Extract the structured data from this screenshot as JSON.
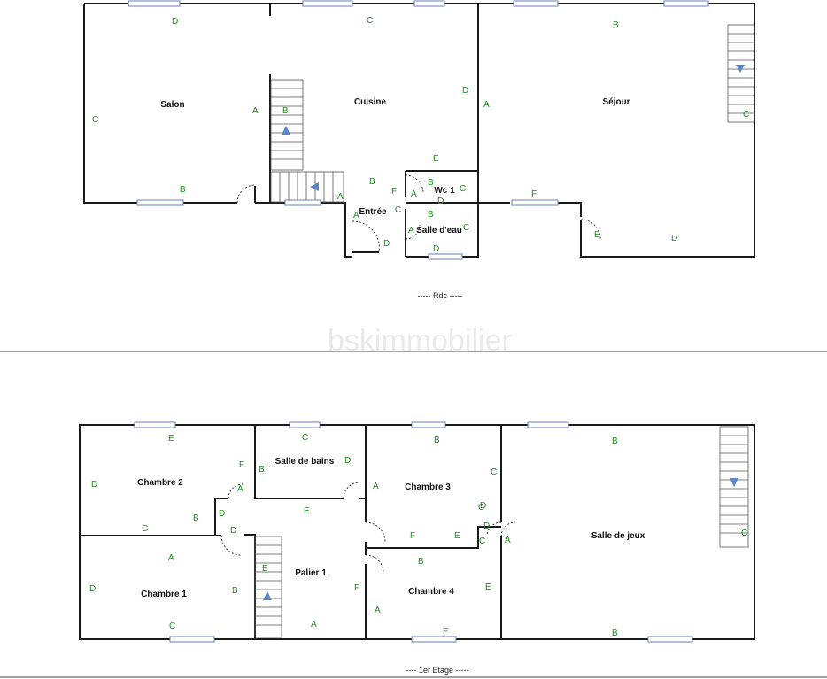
{
  "watermark": "bskimmobilier",
  "floors": [
    {
      "caption": "----- Rdc -----",
      "rooms": [
        "Salon",
        "Cuisine",
        "Séjour",
        "Entrée",
        "Wc 1",
        "Salle d'eau"
      ],
      "wall_labels": [
        "D",
        "C",
        "B",
        "C",
        "A",
        "B",
        "A",
        "D",
        "A",
        "C",
        "B",
        "E",
        "B",
        "F",
        "A",
        "B",
        "C",
        "D",
        "A",
        "D",
        "C",
        "A",
        "D",
        "F",
        "E",
        "D",
        "C",
        "B"
      ]
    },
    {
      "caption": "---- 1er Etage -----",
      "rooms": [
        "Chambre 2",
        "Salle de bains",
        "Chambre 3",
        "Salle de jeux",
        "Chambre 1",
        "Palier 1",
        "Chambre 4"
      ],
      "wall_labels": [
        "E",
        "C",
        "B",
        "B",
        "D",
        "F",
        "B",
        "D",
        "A",
        "A",
        "D",
        "E",
        "C",
        "C",
        "B",
        "D",
        "E",
        "F",
        "E",
        "C",
        "A",
        "D",
        "C",
        "A",
        "B",
        "D",
        "F",
        "B",
        "E",
        "A",
        "A",
        "F",
        "C",
        "B",
        "D",
        "C"
      ]
    }
  ]
}
